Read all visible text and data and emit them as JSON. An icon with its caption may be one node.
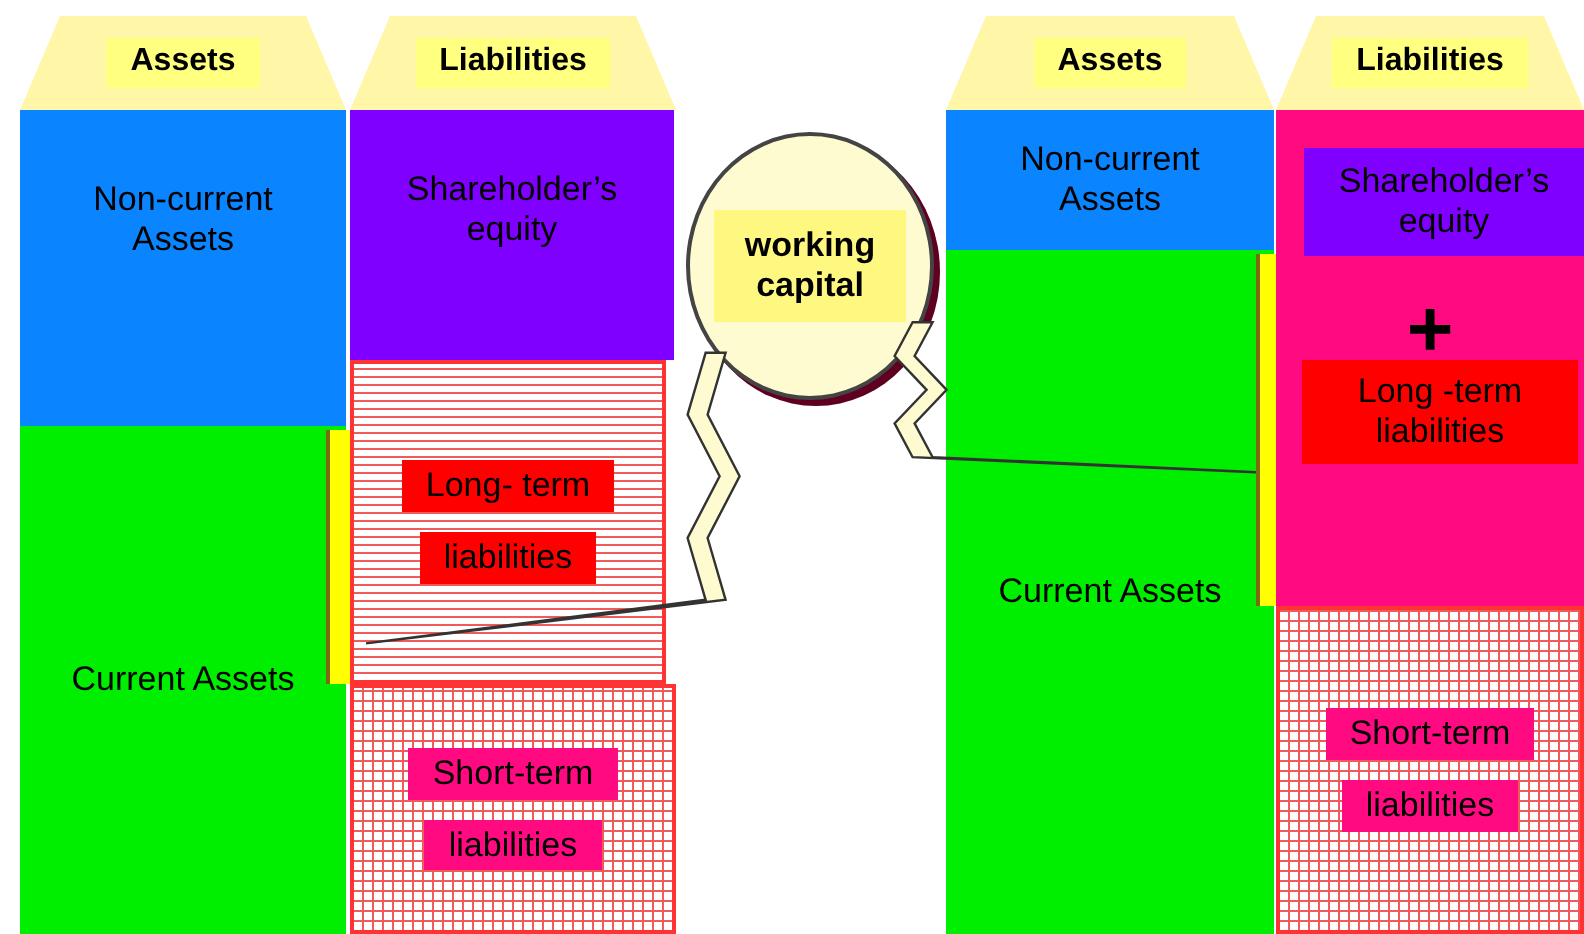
{
  "diagram": {
    "nodes": [
      {
        "text": [
          "Assets"
        ]
      },
      {
        "text": [
          "Liabilities"
        ]
      },
      {
        "text": [
          "Non-current Assets"
        ]
      },
      {
        "text": [
          "Current Assets"
        ]
      },
      {
        "text": [],
        "shape": "bar"
      },
      {
        "text": [
          "Shareholder’s equity"
        ]
      },
      {
        "text": [
          "Long- term",
          "liabilities"
        ]
      },
      {
        "text": [
          "Short-term",
          "liabilities"
        ]
      },
      {
        "text": [
          "working capital"
        ]
      },
      {
        "text": [
          "Assets"
        ]
      },
      {
        "text": [
          "Liabilities"
        ]
      },
      {
        "text": [
          "Non-current Assets"
        ]
      },
      {
        "text": [
          "Current Assets"
        ]
      },
      {
        "text": [],
        "shape": "bar"
      },
      {
        "text": [
          "+"
        ]
      },
      {
        "text": [
          "Shareholder’s equity"
        ],
        "in": 14
      },
      {
        "text": [
          "Long -term liabilities"
        ],
        "in": 14
      },
      {
        "text": [
          "Short-term",
          "liabilities"
        ]
      }
    ],
    "edges": [
      {
        "from": 8,
        "to": 4,
        "arrow": "none"
      },
      {
        "from": 8,
        "to": 13,
        "arrow": "none"
      }
    ]
  }
}
